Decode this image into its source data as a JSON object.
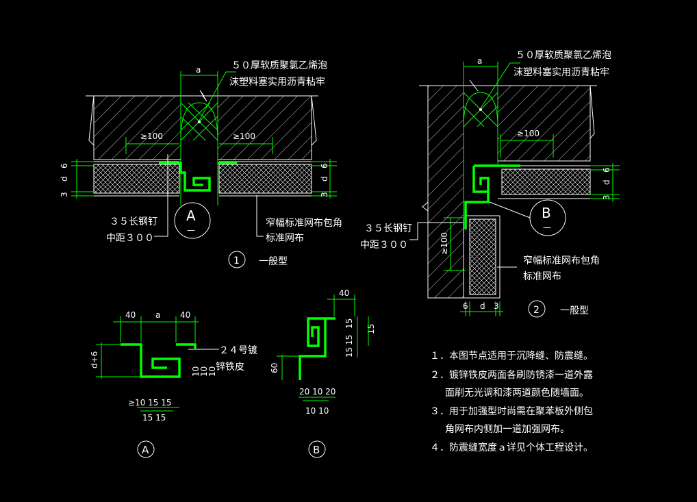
{
  "detail1": {
    "dim_a": "a",
    "callout_line1": "５０厚软质聚氯乙烯泡",
    "callout_line2": "沫塑料塞实用沥青粘牢",
    "dim_100_left": "≥100",
    "dim_100_right": "≥100",
    "dim_6_left": "6",
    "dim_d_left": "d",
    "dim_3_left": "3",
    "dim_6_right": "6",
    "dim_d_right": "d",
    "dim_3_right": "3",
    "bubble_letter": "A",
    "bubble_sub": "—",
    "nail_line1": "３５长钢钉",
    "nail_line2": "中距３００",
    "mesh_line1": "窄幅标准网布包角",
    "mesh_line2": "标准网布",
    "circle_num": "1",
    "type_label": "一般型"
  },
  "detail2": {
    "dim_a": "a",
    "callout_line1": "５０厚软质聚氯乙烯泡",
    "callout_line2": "沫塑料塞实用沥青粘牢",
    "dim_100_top": "≥100",
    "dim_100_side": "≥100",
    "dim_6": "6",
    "dim_d": "d",
    "dim_3": "3",
    "bottom_6": "6",
    "bottom_d": "d",
    "bottom_3": "3",
    "bubble_letter": "B",
    "bubble_sub": "—",
    "nail_line1": "３５长钢钉",
    "nail_line2": "中距３００",
    "mesh_line1": "窄幅标准网布包角",
    "mesh_line2": "标准网布",
    "circle_num": "2",
    "type_label": "一般型"
  },
  "detailA": {
    "top_40_left": "40",
    "top_a": "a",
    "top_40_right": "40",
    "side_dim": "d+6",
    "label_line1": "２４号镀",
    "label_line2": "锌铁皮",
    "right_10a": "10",
    "right_10b": "10",
    "right_10c": "10",
    "bottom_row1": "≥10  15  15",
    "bottom_row2": "15  15",
    "circle_letter": "A"
  },
  "detailB": {
    "top_40": "40",
    "right_15a": "15",
    "right_15b": "15",
    "right_15c": "15",
    "right_15d": "15",
    "side_60": "60",
    "bottom_row1": "20 10 20",
    "bottom_row2": "10 10",
    "circle_letter": "B"
  },
  "notes": [
    "１．本图节点适用于沉降缝、防震缝。",
    "２．镀锌铁皮两面各刷防锈漆一道外露",
    "面刷无光调和漆两道颜色随墙面。",
    "３．用于加强型时尚需在聚苯板外侧包",
    "角网布内侧加一道加强网布。",
    "４．防震缝宽度ａ详见个体工程设计。"
  ],
  "colors": {
    "background": "#000000",
    "line": "#ffffff",
    "accent": "#00ff00"
  }
}
